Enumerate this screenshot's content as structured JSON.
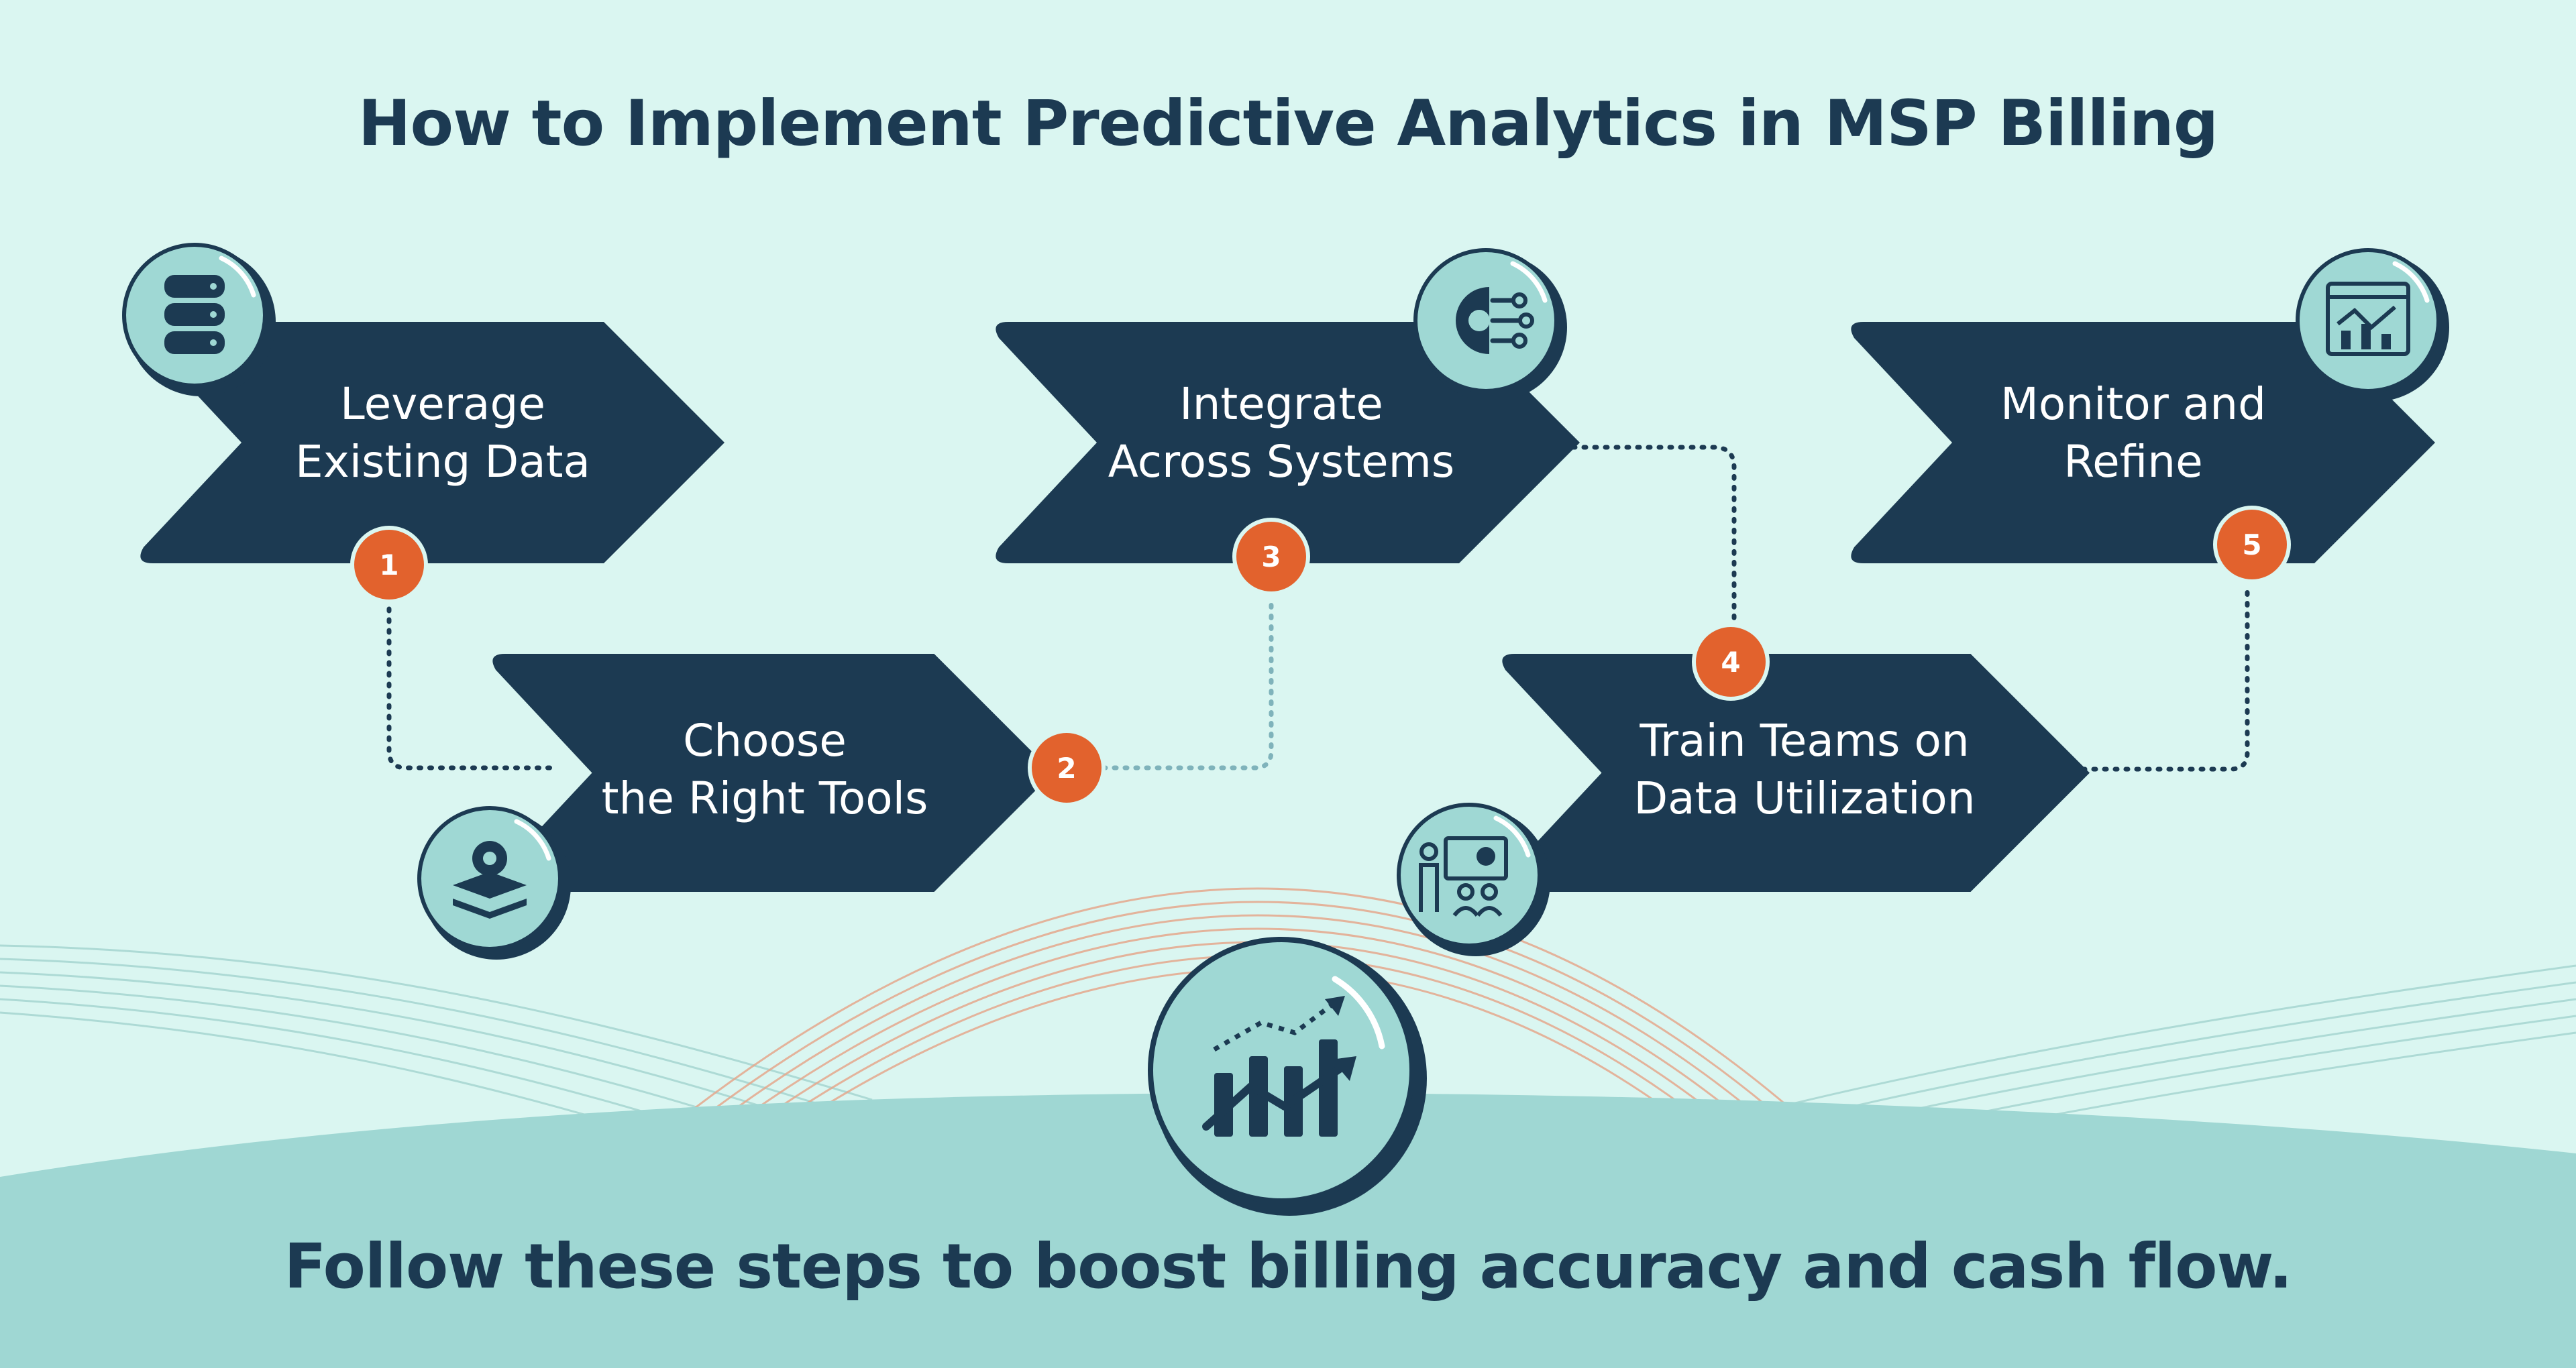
{
  "title": "How to Implement Predictive Analytics in MSP Billing",
  "footer": "Follow these steps to boost billing accuracy and cash flow.",
  "steps": [
    {
      "number": "1",
      "label": "Leverage\nExisting Data",
      "icon": "database-icon"
    },
    {
      "number": "2",
      "label": "Choose\nthe Right Tools",
      "icon": "gear-layers-icon"
    },
    {
      "number": "3",
      "label": "Integrate\nAcross Systems",
      "icon": "integration-gear-icon"
    },
    {
      "number": "4",
      "label": "Train Teams on\nData Utilization",
      "icon": "presentation-training-icon"
    },
    {
      "number": "5",
      "label": "Monitor and\nRefine",
      "icon": "dashboard-monitor-icon"
    }
  ],
  "center_icon": "growth-chart-icon",
  "colors": {
    "background": "#daf6f1",
    "shape": "#1c3a52",
    "badge": "#e2622d",
    "icon_fill": "#9fd8d4",
    "hill": "#9fd7d3",
    "text_dark": "#1c3a52"
  }
}
